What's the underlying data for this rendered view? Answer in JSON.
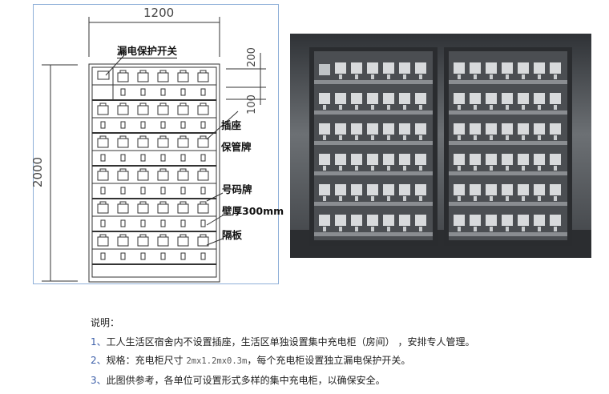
{
  "drawing": {
    "width_dim": "1200",
    "height_dim": "2000",
    "dim_200": "200",
    "dim_100": "100",
    "labels": {
      "switch": "漏电保护开关",
      "socket": "插座",
      "tag": "保管牌",
      "number": "号码牌",
      "wall": "壁厚300mm",
      "shelf": "隔板"
    },
    "rows": 6,
    "cols": 6
  },
  "photo": {
    "shelves": 6,
    "cabinets": 2
  },
  "notes": {
    "title": "说明：",
    "items": [
      {
        "num": "1、",
        "text": "工人生活区宿舍内不设置插座，生活区单独设置集中充电柜（房间） ，安排专人管理。"
      },
      {
        "num": "2、",
        "text_a": "规格：充电柜尺寸 ",
        "spec": "2mx1.2mx0.3m",
        "text_b": "，每个充电柜设置独立漏电保护开关。"
      },
      {
        "num": "3、",
        "text": "此图供参考，各单位可设置形式多样的集中充电柜，以确保安全。"
      }
    ]
  }
}
